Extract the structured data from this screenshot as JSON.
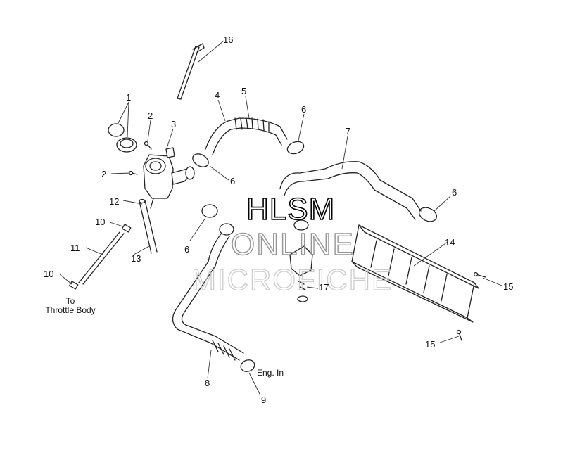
{
  "callouts": {
    "c1": "1",
    "c2a": "2",
    "c2b": "2",
    "c3": "3",
    "c4": "4",
    "c5": "5",
    "c6a": "6",
    "c6b": "6",
    "c6c": "6",
    "c6d": "6",
    "c7": "7",
    "c8": "8",
    "c9": "9",
    "c10a": "10",
    "c10b": "10",
    "c11": "11",
    "c12": "12",
    "c13": "13",
    "c14": "14",
    "c15a": "15",
    "c15b": "15",
    "c16": "16",
    "c17": "17"
  },
  "notes": {
    "to_line1": "To",
    "to_line2": "Throttle Body",
    "eng_in": "Eng. In"
  },
  "watermark": {
    "line1": "HLSM",
    "line2": "ONLINE",
    "line3": "MICROFICHE"
  }
}
